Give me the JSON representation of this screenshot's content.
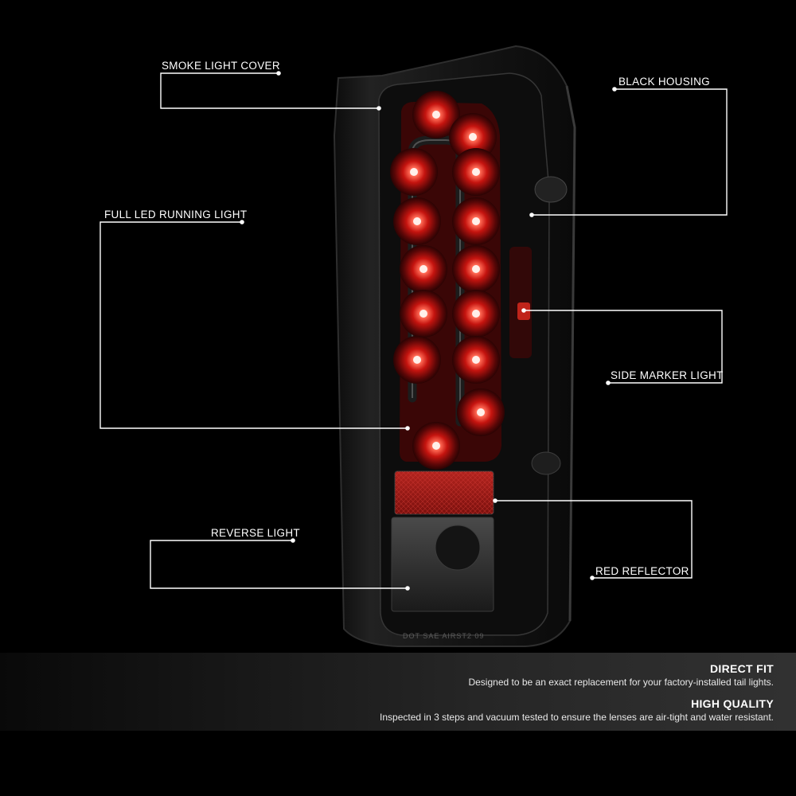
{
  "callouts": {
    "smoke_light_cover": "SMOKE LIGHT COVER",
    "black_housing": "BLACK HOUSING",
    "full_led_running_light": "FULL LED RUNNING LIGHT",
    "side_marker_light": "SIDE MARKER LIGHT",
    "reverse_light": "REVERSE LIGHT",
    "red_reflector": "RED REFLECTOR"
  },
  "features": [
    {
      "title": "DIRECT FIT",
      "description": "Designed to be an exact replacement for your factory-installed tail lights."
    },
    {
      "title": "HIGH QUALITY",
      "description": "Inspected in 3 steps and vacuum tested to ensure the lenses are air-tight and water resistant."
    }
  ],
  "lens_marking": "DOT SAE AIRST2 09",
  "colors": {
    "background": "#000000",
    "led_red": "#e0201a",
    "led_core": "#ffe6e0",
    "callout_line": "#ffffff",
    "housing": "#141414"
  }
}
